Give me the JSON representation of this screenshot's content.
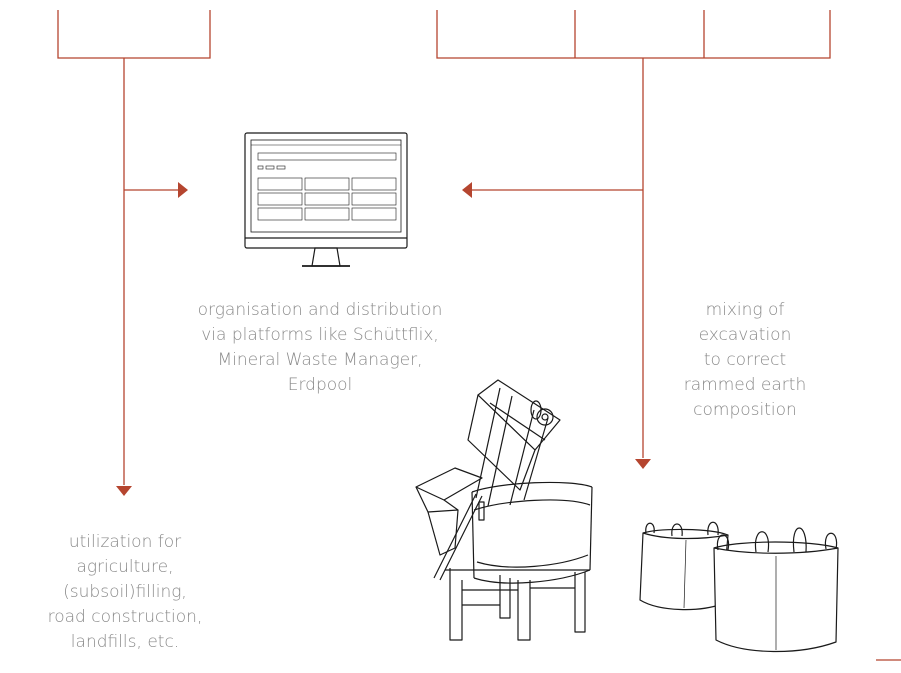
{
  "colors": {
    "connector": "#b5452f",
    "drawing": "#1a1a1a",
    "text": "#8a8a8a"
  },
  "captions": {
    "platform": [
      "organisation and distribution",
      "via platforms like Schüttflix,",
      "Mineral Waste Manager,",
      "Erdpool"
    ],
    "mixing": [
      "mixing of",
      "excavation",
      "to correct",
      "rammed earth",
      "composition"
    ],
    "utilization": [
      "utilization for",
      "agriculture,",
      "(subsoil)filling,",
      "road construction,",
      "landfills, etc."
    ]
  },
  "icons": [
    "computer-monitor-icon",
    "earth-mixer-machine-icon",
    "bulk-bag-icon"
  ]
}
